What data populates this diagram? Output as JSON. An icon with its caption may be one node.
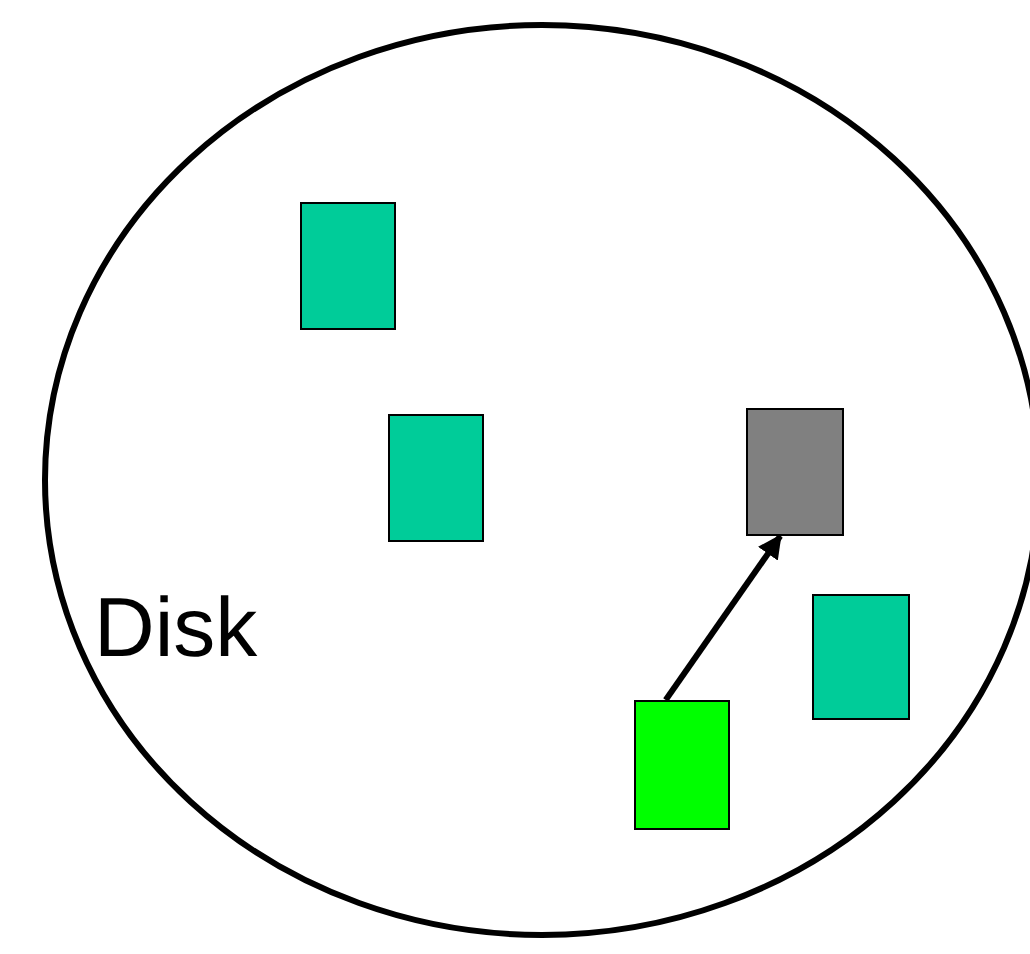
{
  "diagram": {
    "nodes": [
      {
        "text": [
          "Disk"
        ]
      },
      {
        "text": [],
        "shape": "box",
        "in": 0
      },
      {
        "text": [],
        "shape": "box",
        "in": 0
      },
      {
        "text": [],
        "shape": "box",
        "in": 0
      },
      {
        "text": [],
        "shape": "box",
        "in": 0
      },
      {
        "text": [],
        "shape": "box",
        "in": 0
      }
    ],
    "edges": [
      {
        "from": 5,
        "to": 3,
        "arrow": "to"
      }
    ]
  }
}
